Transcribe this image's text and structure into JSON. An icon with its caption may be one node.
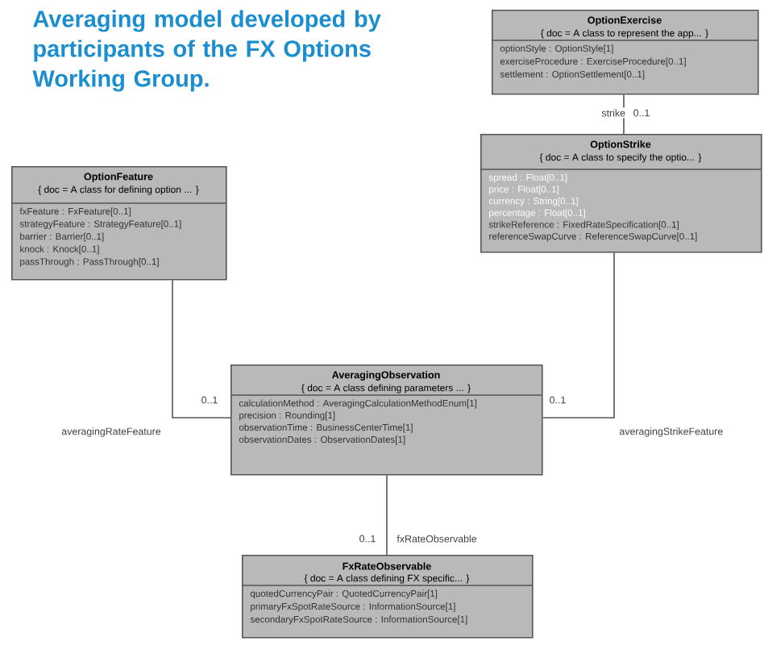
{
  "diagram": {
    "title": "Averaging model developed by participants of the FX Options Working Group.",
    "nodes": [
      {
        "text": [
          "OptionExercise",
          "{ doc = A class to represent the app... }",
          "optionStyle : OptionStyle[1]",
          "exerciseProcedure : ExerciseProcedure[0..1]",
          "settlement : OptionSettlement[0..1]"
        ]
      },
      {
        "text": [
          "OptionStrike",
          "{ doc = A class to specify the optio... }",
          "spread : Float[0..1]",
          "price : Float[0..1]",
          "currency : String[0..1]",
          "percentage : Float[0..1]",
          "strikeReference : FixedRateSpecification[0..1]",
          "referenceSwapCurve : ReferenceSwapCurve[0..1]"
        ]
      },
      {
        "text": [
          "OptionFeature",
          "{ doc = A class for defining option ... }",
          "fxFeature : FxFeature[0..1]",
          "strategyFeature : StrategyFeature[0..1]",
          "barrier : Barrier[0..1]",
          "knock : Knock[0..1]",
          "passThrough : PassThrough[0..1]"
        ]
      },
      {
        "text": [
          "AveragingObservation",
          "{ doc = A class defining parameters ... }",
          "calculationMethod : AveragingCalculationMethodEnum[1]",
          "precision : Rounding[1]",
          "observationTime : BusinessCenterTime[1]",
          "observationDates : ObservationDates[1]"
        ]
      },
      {
        "text": [
          "FxRateObservable",
          "{ doc = A class defining FX specific... }",
          "quotedCurrencyPair : QuotedCurrencyPair[1]",
          "primaryFxSpotRateSource : InformationSource[1]",
          "secondaryFxSpotRateSource : InformationSource[1]"
        ]
      }
    ],
    "edges": [
      {
        "from": 0,
        "to": 1,
        "arrow": "none",
        "label": "strike"
      },
      {
        "from": 2,
        "to": 3,
        "arrow": "none",
        "label": "averagingRateFeature"
      },
      {
        "from": 1,
        "to": 3,
        "arrow": "none",
        "label": "averagingStrikeFeature"
      },
      {
        "from": 3,
        "to": 4,
        "arrow": "none",
        "label": "fxRateObservable"
      }
    ],
    "labels": [
      "0..1",
      "0..1",
      "0..1",
      "0..1"
    ]
  }
}
